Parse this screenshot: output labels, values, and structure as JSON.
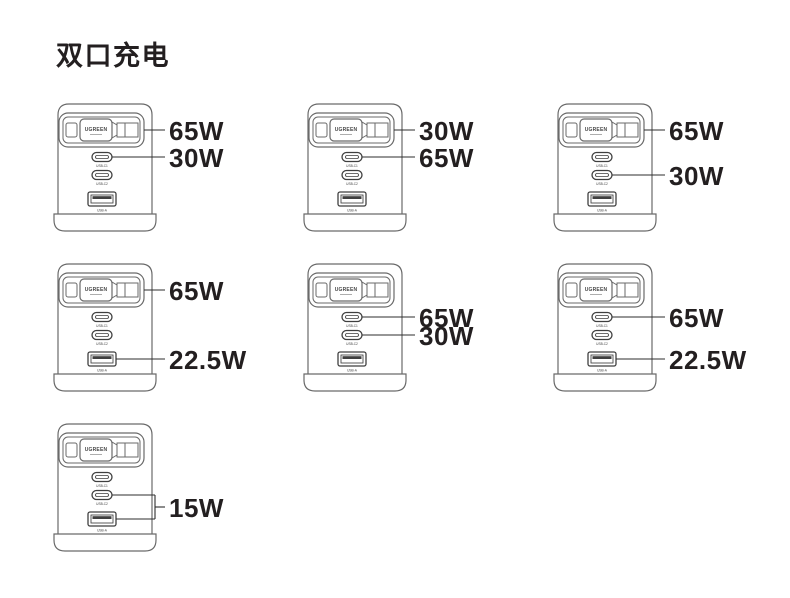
{
  "title": "双口充电",
  "colors": {
    "background": "#ffffff",
    "text": "#231f20",
    "device_outline": "#6a6a6a",
    "port_outline": "#3f3f3f",
    "pointer_line": "#2e2e2e"
  },
  "device": {
    "brand": "UGREEN",
    "port_labels": {
      "c1": "USB-C1",
      "c2": "USB-C2",
      "a": "USB-A"
    }
  },
  "chargers": [
    {
      "row": 0,
      "col": 0,
      "labels": [
        {
          "text": "65W",
          "ports": [
            "slot"
          ]
        },
        {
          "text": "30W",
          "ports": [
            "c1"
          ]
        }
      ]
    },
    {
      "row": 0,
      "col": 1,
      "labels": [
        {
          "text": "30W",
          "ports": [
            "slot"
          ]
        },
        {
          "text": "65W",
          "ports": [
            "c1"
          ]
        }
      ]
    },
    {
      "row": 0,
      "col": 2,
      "labels": [
        {
          "text": "65W",
          "ports": [
            "slot"
          ]
        },
        {
          "text": "30W",
          "ports": [
            "c2"
          ]
        }
      ]
    },
    {
      "row": 1,
      "col": 0,
      "labels": [
        {
          "text": "65W",
          "ports": [
            "slot"
          ]
        },
        {
          "text": "22.5W",
          "ports": [
            "a"
          ]
        }
      ]
    },
    {
      "row": 1,
      "col": 1,
      "labels": [
        {
          "text": "65W",
          "ports": [
            "c1"
          ]
        },
        {
          "text": "30W",
          "ports": [
            "c2"
          ]
        }
      ]
    },
    {
      "row": 1,
      "col": 2,
      "labels": [
        {
          "text": "65W",
          "ports": [
            "c1"
          ]
        },
        {
          "text": "22.5W",
          "ports": [
            "a"
          ]
        }
      ]
    },
    {
      "row": 2,
      "col": 0,
      "labels": [
        {
          "text": "15W",
          "ports": [
            "c2",
            "a"
          ]
        }
      ]
    }
  ]
}
